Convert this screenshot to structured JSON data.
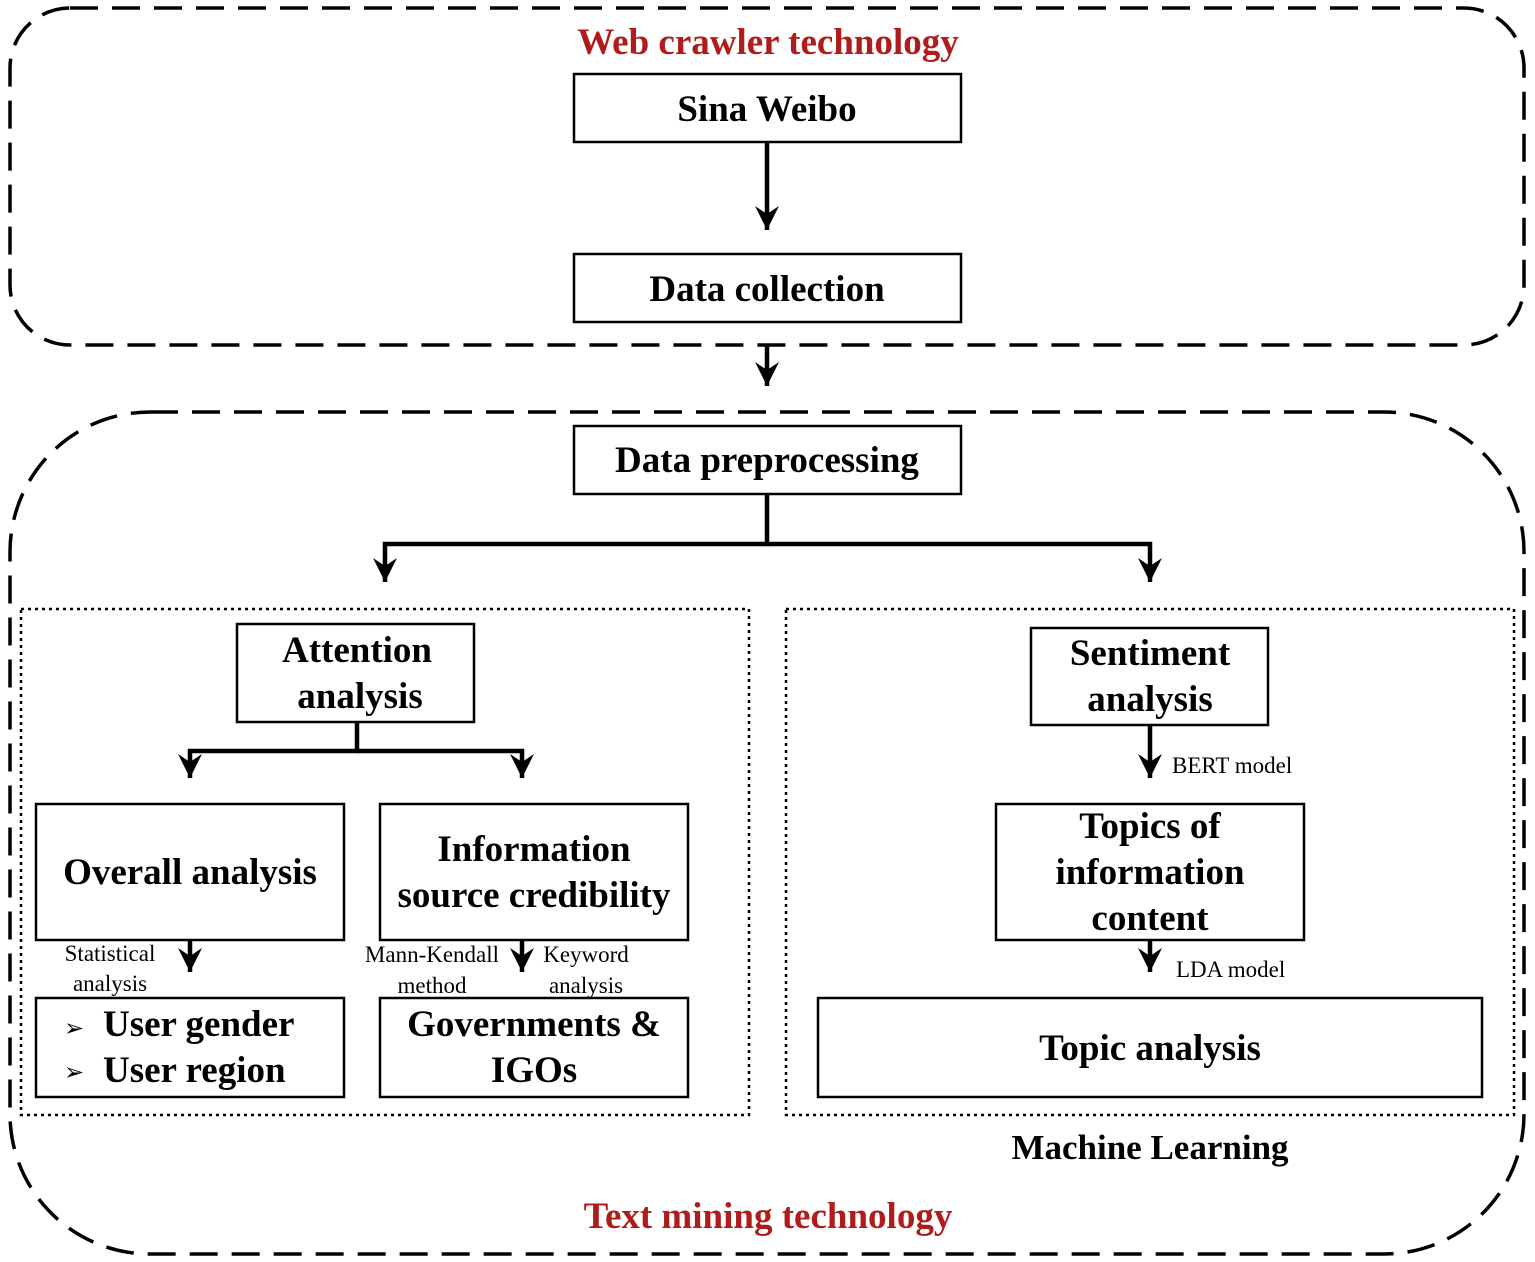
{
  "colors": {
    "stroke": "#000000",
    "accent_red": "#b01c1c",
    "background": "#ffffff"
  },
  "regions": {
    "web_crawler": {
      "label": "Web crawler technology"
    },
    "text_mining": {
      "label": "Text mining technology"
    },
    "machine_learning": {
      "label": "Machine Learning"
    }
  },
  "nodes": {
    "sina_weibo": {
      "label": "Sina Weibo"
    },
    "data_collection": {
      "label": "Data collection"
    },
    "data_preprocessing": {
      "label": "Data preprocessing"
    },
    "attention_analysis": {
      "line1": "Attention",
      "line2": "analysis"
    },
    "overall_analysis": {
      "label": "Overall analysis"
    },
    "info_source_credibility": {
      "line1": "Information",
      "line2": "source credibility"
    },
    "user_attributes": {
      "bullet": "➢",
      "item1": "User gender",
      "item2": "User region"
    },
    "governments_igos": {
      "line1": "Governments &",
      "line2": "IGOs"
    },
    "sentiment_analysis": {
      "line1": "Sentiment",
      "line2": "analysis"
    },
    "topics_info_content": {
      "line1": "Topics of",
      "line2": "information",
      "line3": "content"
    },
    "topic_analysis": {
      "label": "Topic analysis"
    }
  },
  "edge_labels": {
    "statistical": {
      "line1": "Statistical",
      "line2": "analysis"
    },
    "mann_kendall": {
      "line1": "Mann-Kendall",
      "line2": "method"
    },
    "keyword": {
      "line1": "Keyword",
      "line2": "analysis"
    },
    "bert": {
      "label": "BERT model"
    },
    "lda": {
      "label": "LDA model"
    }
  }
}
